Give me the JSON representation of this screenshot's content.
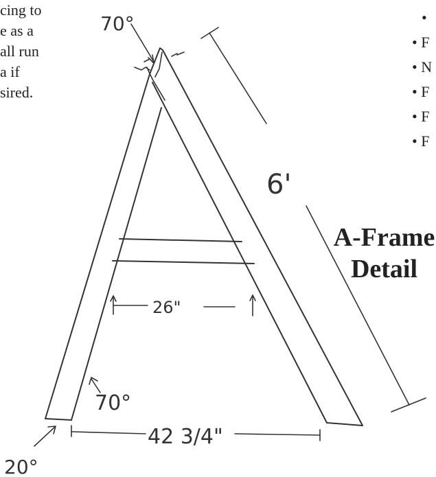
{
  "side_text": {
    "lines": [
      "cing to",
      "e as a",
      "all run",
      "a if",
      "sired."
    ]
  },
  "bullets": {
    "items": [
      {
        "bullet": "•",
        "text": ""
      },
      {
        "bullet": "•",
        "text": "F"
      },
      {
        "bullet": "•",
        "text": "N"
      },
      {
        "bullet": "•",
        "text": "F"
      },
      {
        "bullet": "•",
        "text": "F"
      },
      {
        "bullet": "•",
        "text": "F"
      }
    ]
  },
  "title": {
    "line1": "A-Frame",
    "line2": "Detail"
  },
  "annotations": {
    "top_angle": "70°",
    "length": "6'",
    "crossbar_width": "26\"",
    "bottom_angle": "70°",
    "base_width": "42 3/4\"",
    "foot_angle": "20°"
  },
  "colors": {
    "ink": "#333333",
    "text": "#222222",
    "background": "#ffffff"
  }
}
